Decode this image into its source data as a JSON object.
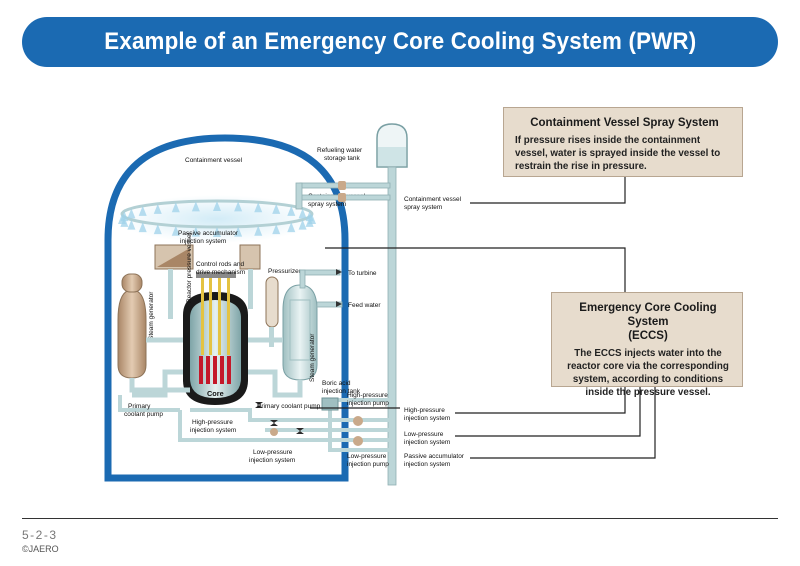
{
  "title": "Example of an Emergency Core Cooling System (PWR)",
  "boxes": {
    "spray": {
      "title": "Containment Vessel Spray System",
      "body": "If pressure rises inside the containment vessel, water is sprayed inside the vessel to restrain the rise in pressure."
    },
    "eccs": {
      "title_line1": "Emergency Core Cooling System",
      "title_line2": "(ECCS)",
      "body": "The ECCS injects water into the reactor core via the corresponding system, according to conditions inside the pressure vessel."
    }
  },
  "labels": {
    "containment_vessel": "Containment vessel",
    "refueling_tank_1": "Refueling water",
    "refueling_tank_2": "storage tank",
    "spray_system_1": "Containment vessel",
    "spray_system_2": "spray system",
    "spray_system_right_1": "Containment vessel",
    "spray_system_right_2": "spray system",
    "accumulator_1": "Passive accumulator",
    "accumulator_2": "injection system",
    "control_rods_1": "Control rods and",
    "control_rods_2": "drive mechanism",
    "pressure_vessel": "Reactor pressure vessel",
    "pressurizer": "Pressurizer",
    "to_turbine": "To turbine",
    "feed_water": "Feed water",
    "steam_generator_left": "Steam generator",
    "steam_generator_right": "Steam generator",
    "core": "Core",
    "primary_pump_left_1": "Primary",
    "primary_pump_left_2": "coolant pump",
    "primary_pump_right": "Primary coolant pump",
    "boric_tank_1": "Boric acid",
    "boric_tank_2": "injection tank",
    "hp_inner_1": "High-pressure",
    "hp_inner_2": "injection system",
    "hp_pump_1": "High-pressure",
    "hp_pump_2": "injection pump",
    "lp_inner_1": "Low-pressure",
    "lp_inner_2": "injection system",
    "lp_pump_1": "Low-pressure",
    "lp_pump_2": "injection pump",
    "hp_right_1": "High-pressure",
    "hp_right_2": "injection system",
    "lp_right_1": "Low-pressure",
    "lp_right_2": "injection system",
    "pa_right_1": "Passive accumulator",
    "pa_right_2": "injection system"
  },
  "footer": {
    "page": "5-2-3",
    "copyright": "©JAERO"
  },
  "colors": {
    "title_bar": "#1b6ab2",
    "box_fill": "#e7dccd",
    "containment_outline": "#1b6ab2",
    "pipe": "#bcd6d8",
    "steam_generator": "#c9a98a",
    "fuel_rods": "#c4182a"
  }
}
